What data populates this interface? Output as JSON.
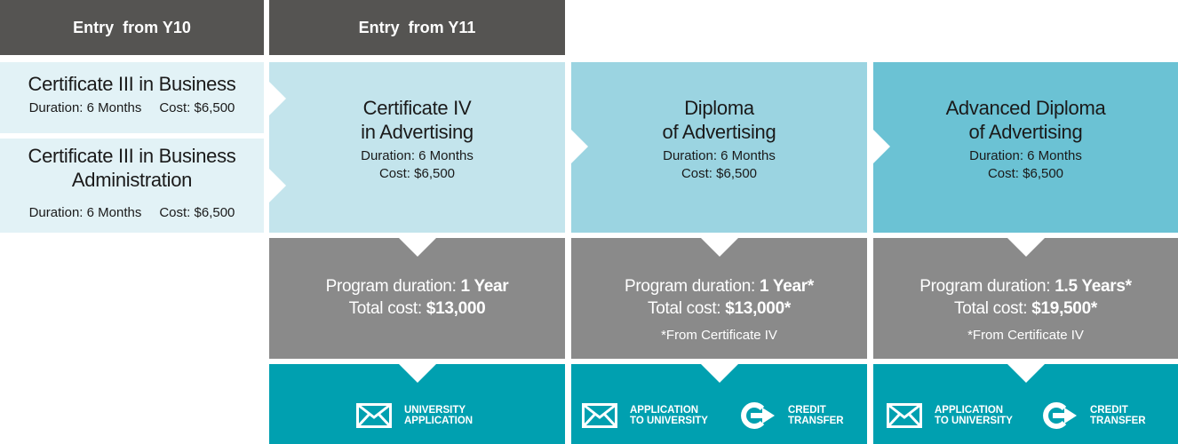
{
  "headers": {
    "y10": "Entry  from Y10",
    "y11": "Entry  from Y11"
  },
  "entry_courses": [
    {
      "title_lines": [
        "Certificate III in Business"
      ],
      "duration": "Duration: 6 Months",
      "cost": "Cost: $6,500"
    },
    {
      "title_lines": [
        "Certificate III in Business",
        "Administration"
      ],
      "duration": "Duration: 6 Months",
      "cost": "Cost: $6,500"
    }
  ],
  "courses": [
    {
      "title_lines": [
        "Certificate IV",
        "in Advertising"
      ],
      "duration": "Duration: 6 Months",
      "cost": "Cost: $6,500"
    },
    {
      "title_lines": [
        "Diploma",
        "of Advertising"
      ],
      "duration": "Duration: 6 Months",
      "cost": "Cost: $6,500"
    },
    {
      "title_lines": [
        "Advanced Diploma",
        "of Advertising"
      ],
      "duration": "Duration: 6 Months",
      "cost": "Cost: $6,500"
    }
  ],
  "programs": [
    {
      "duration_label": "Program duration: ",
      "duration_value": "1 Year",
      "cost_label": "Total cost: ",
      "cost_value": "$13,000",
      "note": ""
    },
    {
      "duration_label": "Program duration: ",
      "duration_value": "1 Year*",
      "cost_label": "Total cost: ",
      "cost_value": "$13,000*",
      "note": "*From Certificate IV"
    },
    {
      "duration_label": "Program duration: ",
      "duration_value": "1.5 Years*",
      "cost_label": "Total cost: ",
      "cost_value": "$19,500*",
      "note": "*From Certificate IV"
    }
  ],
  "outcomes": [
    [
      {
        "icon": "envelope-icon",
        "label": "UNIVERSITY\nAPPLICATION"
      }
    ],
    [
      {
        "icon": "envelope-icon",
        "label": "APPLICATION\nTO UNIVERSITY"
      },
      {
        "icon": "credit-transfer-icon",
        "label": "CREDIT\nTRANSFER"
      }
    ],
    [
      {
        "icon": "envelope-icon",
        "label": "APPLICATION\nTO UNIVERSITY"
      },
      {
        "icon": "credit-transfer-icon",
        "label": "CREDIT\nTRANSFER"
      }
    ]
  ],
  "colors": {
    "header": "#555452",
    "entry_course": "#e2f2f6",
    "course_1": "#c3e4ec",
    "course_2": "#9bd4e1",
    "course_3": "#6bc2d4",
    "program": "#8a8a8a",
    "outcome": "#00a0b0"
  }
}
